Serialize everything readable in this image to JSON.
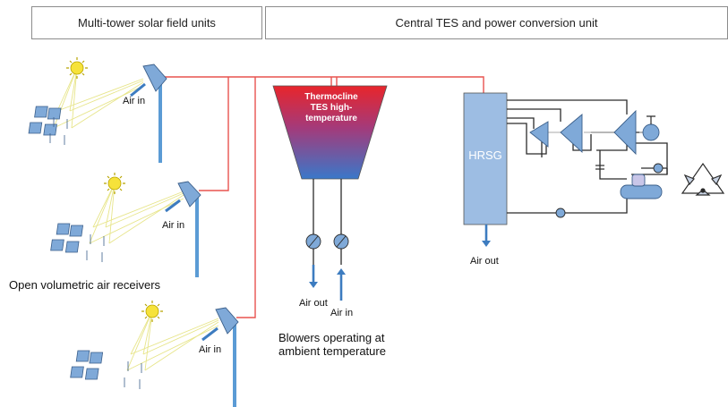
{
  "headers": {
    "solar_field": "Multi-tower solar field units",
    "central": "Central TES and power conversion unit"
  },
  "labels": {
    "air_in": "Air in",
    "air_out": "Air out",
    "receivers": "Open volumetric air receivers",
    "blowers_line1": "Blowers operating at",
    "blowers_line2": "ambient temperature",
    "hrsg": "HRSG"
  },
  "tes": {
    "line1": "Thermocline",
    "line2": "TES high-",
    "line3": "temperature"
  },
  "colors": {
    "hot_pipe": "#e8534f",
    "dark_pipe": "#2b2b2b",
    "tower": "#5b9bd5",
    "component": "#7fa9d8",
    "sun": "#f6e23a",
    "sun_ray": "#e7e58a",
    "tes_top": "#e8252b",
    "tes_bottom": "#3a78c9"
  },
  "icons": {
    "sun": "sun-icon",
    "heliostat": "heliostat-icon",
    "receiver": "receiver-icon",
    "blower": "blower-icon",
    "turbine": "turbine-icon",
    "generator": "generator-icon",
    "pump": "pump-icon",
    "deaerator": "deaerator-icon",
    "cooling_tower": "cooling-tower-icon"
  }
}
